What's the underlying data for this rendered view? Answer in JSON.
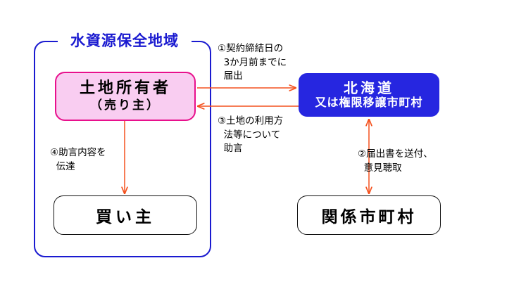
{
  "diagram": {
    "title": "水資源保全地域",
    "colors": {
      "region_border": "#1a1ad0",
      "region_title": "#1a1ad0",
      "owner_fill": "#f9cdf1",
      "owner_border": "#e8108c",
      "pref_fill": "#2626e0",
      "pref_text": "#ffffff",
      "arrow": "#f4511e",
      "plain_box_border": "#111111",
      "background": "#ffffff"
    },
    "nodes": {
      "owner": {
        "line1": "土地所有者",
        "line2": "（売り主）"
      },
      "prefecture": {
        "line1": "北海道",
        "line2": "又は権限移譲市町村"
      },
      "buyer": {
        "line1": "買い主"
      },
      "municipality": {
        "line1": "関係市町村"
      }
    },
    "arrows": [
      {
        "id": "step-1",
        "label": "①契約締結日の\n  3か月前までに\n  届出",
        "direction": "right",
        "from": "owner",
        "to": "prefecture"
      },
      {
        "id": "step-2",
        "label": "②届出書を送付、\n  意見聴取",
        "direction": "both",
        "from": "prefecture",
        "to": "municipality"
      },
      {
        "id": "step-3",
        "label": "③土地の利用方\n  法等について\n  助言",
        "direction": "left",
        "from": "prefecture",
        "to": "owner"
      },
      {
        "id": "step-4",
        "label": "④助言内容を\n  伝達",
        "direction": "down",
        "from": "owner",
        "to": "buyer"
      }
    ]
  }
}
